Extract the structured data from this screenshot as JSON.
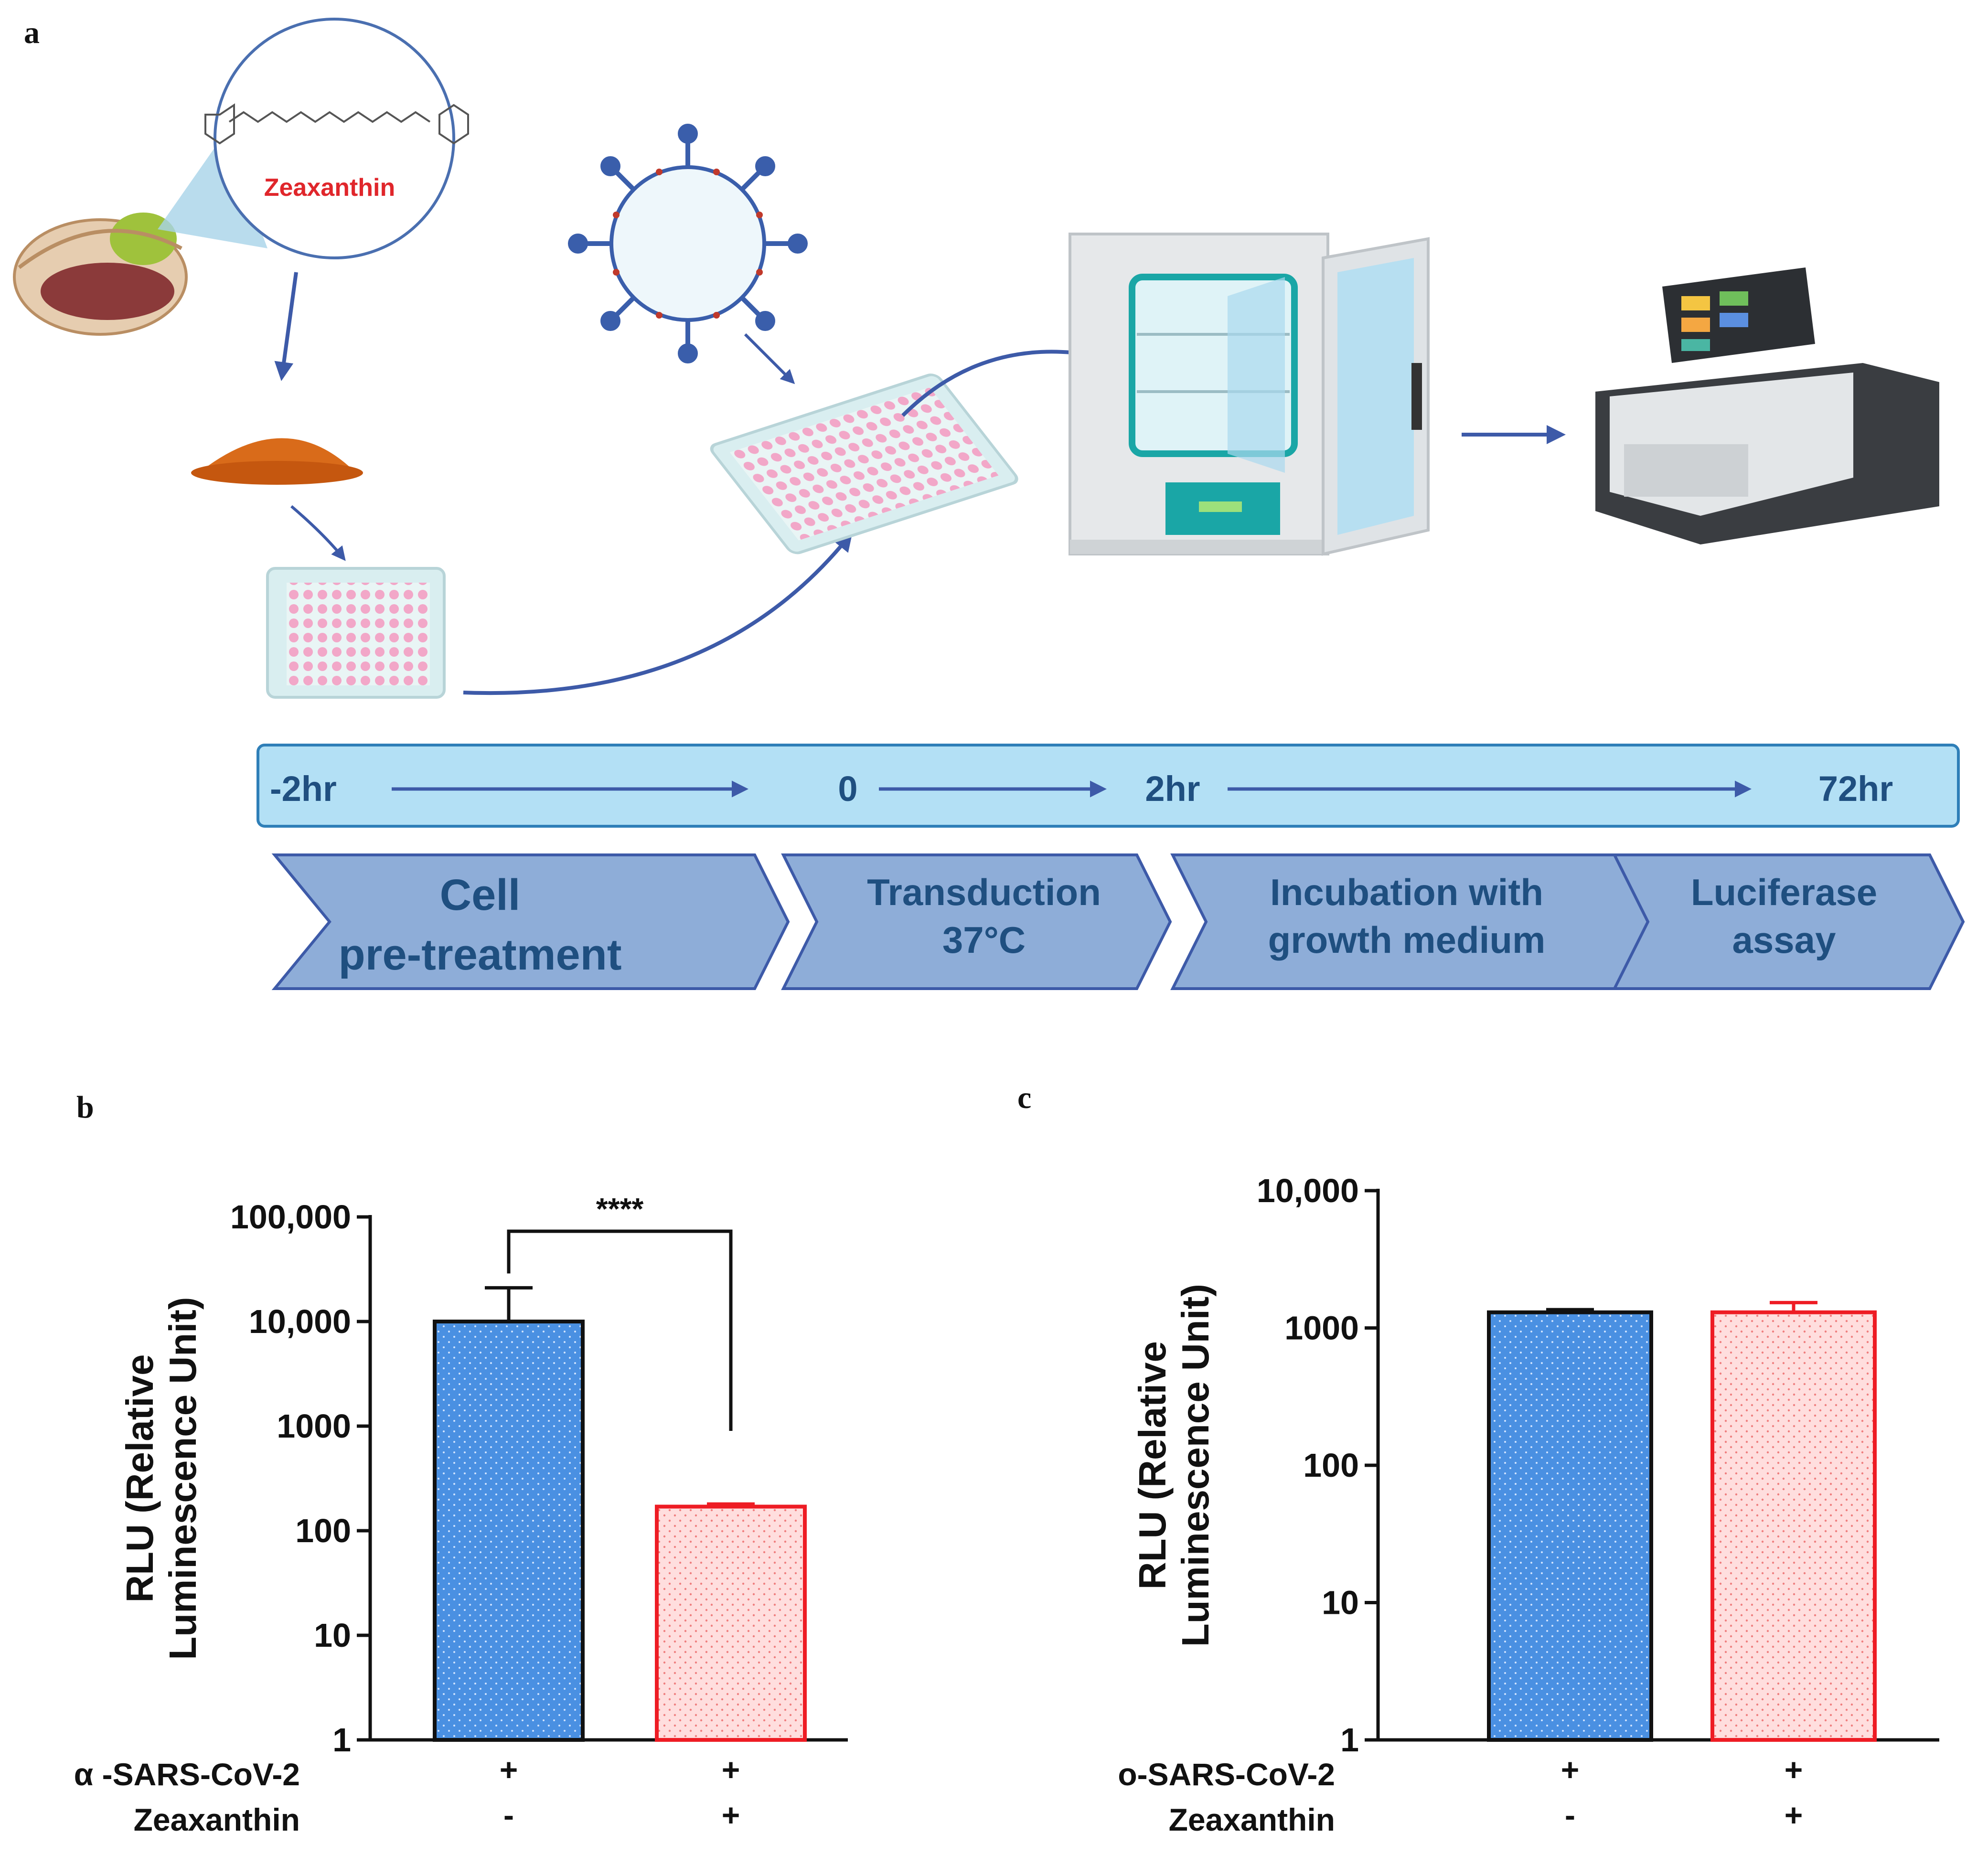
{
  "panel_a": {
    "letter": "a",
    "molecule_label": "Zeaxanthin",
    "timeline": {
      "points": [
        "-2hr",
        "0",
        "2hr",
        "72hr"
      ]
    },
    "steps": [
      {
        "lines": [
          "Cell",
          "pre-treatment"
        ]
      },
      {
        "lines": [
          "Transduction",
          "37°C"
        ]
      },
      {
        "lines": [
          "Incubation with",
          "growth medium"
        ]
      },
      {
        "lines": [
          "Luciferase",
          "assay"
        ]
      }
    ],
    "colors": {
      "timeline_fill": "#b3e0f5",
      "step_fill": "#8eadd8",
      "arrow": "#3d5aa8",
      "text": "#1f4f80",
      "molecule_label": "#e0262b"
    },
    "icons": [
      "pistachio-icon",
      "magnifier-circle-icon",
      "powder-pile-icon",
      "well-plate-icon",
      "virus-icon",
      "incubator-icon",
      "plate-reader-icon"
    ]
  },
  "chart_data": [
    {
      "panel": "b",
      "type": "bar",
      "yscale": "log",
      "ylabel": [
        "RLU (Relative",
        "Luminescence Unit)"
      ],
      "ylim": [
        1,
        100000
      ],
      "yticks": [
        "1",
        "10",
        "100",
        "1000",
        "10,000",
        "100,000"
      ],
      "categories": [
        "α-SARS-CoV-2 + / Zeaxanthin -",
        "α-SARS-CoV-2 + / Zeaxanthin +"
      ],
      "values": [
        10000,
        170
      ],
      "errors": [
        11000,
        10
      ],
      "bar_colors": [
        "#4a90e2",
        "#ffd6d6"
      ],
      "edge_colors": [
        "#111111",
        "#ee1c24"
      ],
      "significance": "****",
      "conditions": [
        {
          "label": "α -SARS-CoV-2",
          "signs": [
            "+",
            "+"
          ]
        },
        {
          "label": "Zeaxanthin",
          "signs": [
            "-",
            "+"
          ]
        }
      ]
    },
    {
      "panel": "c",
      "type": "bar",
      "yscale": "log",
      "ylabel": [
        "RLU (Relative",
        "Luminescence Unit)"
      ],
      "ylim": [
        1,
        10000
      ],
      "yticks": [
        "1",
        "10",
        "100",
        "1000",
        "10,000"
      ],
      "categories": [
        "ο-SARS-CoV-2 + / Zeaxanthin -",
        "ο-SARS-CoV-2 + / Zeaxanthin +"
      ],
      "values": [
        1300,
        1300
      ],
      "errors": [
        60,
        230
      ],
      "bar_colors": [
        "#4a90e2",
        "#ffd6d6"
      ],
      "edge_colors": [
        "#111111",
        "#ee1c24"
      ],
      "significance": "",
      "conditions": [
        {
          "label": "ο-SARS-CoV-2",
          "signs": [
            "+",
            "+"
          ]
        },
        {
          "label": "Zeaxanthin",
          "signs": [
            "-",
            "+"
          ]
        }
      ]
    }
  ]
}
